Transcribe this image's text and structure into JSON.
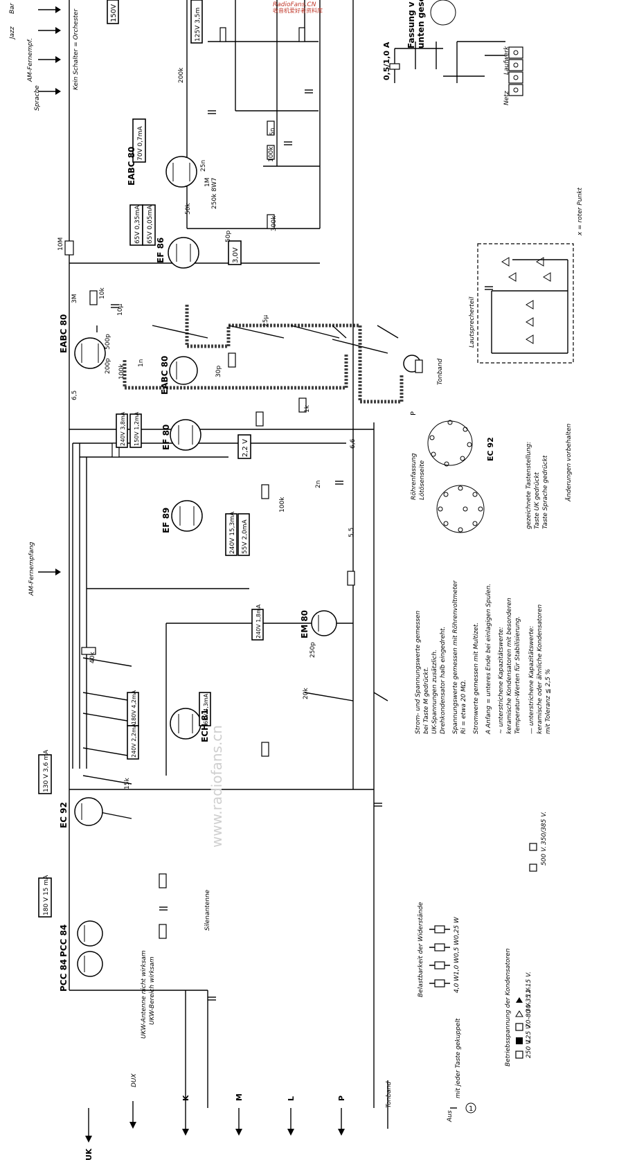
{
  "watermark": {
    "brand": "RadioFans.CN",
    "subtitle": "收音机爱好者资料库",
    "overlay": "www.radiofans.cn"
  },
  "tubes": {
    "eabc80_top": "EABC 80",
    "ef86": "EF 86",
    "eabc80_left": "EABC 80",
    "eabc80_mid": "EABC 80",
    "ef80": "EF 80",
    "ef89": "EF 89",
    "em80": "EM 80",
    "ech81": "ECH 81",
    "ec92": "EC 92",
    "pcc84_a": "PCC 84",
    "pcc84_b": "PCC 84"
  },
  "voltage_boxes": {
    "v150": "150V",
    "v125": "125V 3,5m",
    "v70": "70V 0,7mA",
    "v65a": "65V 0,35mA",
    "v65b": "65V 0,05mA",
    "v3": "3,0V",
    "v240a": "240V 3,8mA",
    "v150b": "150V 1,2mA",
    "v22": "2,2 V",
    "v240b": "240V 15,3mA",
    "v55": "55V 2,0mA",
    "v240c": "240V 1,8mA",
    "v180": "180V 4,2mA",
    "v65c": "65V 4,3mA",
    "v240d": "240V 2,2mA",
    "v130": "130 V 3,6 mA",
    "v180b": "180 V 15 mA"
  },
  "labels": {
    "bar": "Bar",
    "jazz": "Jazz",
    "am_fernempf_top": "AM-Fernempf.",
    "sprache": "Sprache",
    "kein_schalter": "Kein Schalter = Orchester",
    "fassung": "Fassung v",
    "unten": "unten gesel",
    "netz": "Netz",
    "laufwerk": "Laufwerk",
    "fuse": "0,5/1,0 A",
    "roter_punkt": "x = roter Punkt",
    "lautsprecherteil": "Lautsprecherteil",
    "tonband_right": "Tonband",
    "p_label": "P",
    "roehrenfassung_1": "Röhrenfassung",
    "roehrenfassung_2": "Lötösenseite",
    "ec92_socket": "EC 92",
    "am_fernempfang": "AM-Fernempfang",
    "silenantenne": "Silenantenne",
    "ukw_antenne": "UKW-Antenne nicht wirksam",
    "ukw_bereich": "UKW-Bereich wirksam",
    "uk": "UK",
    "dux": "DUX",
    "k": "K",
    "m": "M",
    "l": "L",
    "p_bottom": "P",
    "tonband_bottom": "Tonband",
    "aus": "Aus",
    "aus_note": "mit jeder Taste gekuppelt",
    "circle1": "1"
  },
  "notes": {
    "note1": "Strom- und Spannungswerte gemessen",
    "note2": "bei Taste M gedrückt.",
    "note3": "UK-Spannungen zusätzlich.",
    "note4": "Drehkondensator halb eingedreht.",
    "note5": "Spannungswerte gemessen mit Röhrenvoltmeter",
    "note6": "Ri = etwa 20 MΩ.",
    "note7": "Stromwerte gemessen mit Multizet.",
    "note8": "A Anfang = unteres Ende bei einlagigen Spulen.",
    "note9": "~ unterstrichene Kapazitätswerte:",
    "note10": "keramische Kondensatoren mit besonderen",
    "note11": "Temperatur-Werten für Stabilisierung.",
    "note12": "— unterstrichene Kapazitätswerte:",
    "note13": "keramische oder ähnliche Kondensatoren",
    "note14": "mit Toleranz ≦ 2,5 %",
    "taste1": "gezeichnete Tastenstellung:",
    "taste2": "Taste UK gedrückt",
    "taste3": "Taste Sprache gedrückt",
    "aenderungen": "Änderungen vorbehalten"
  },
  "legend_resistors": {
    "title": "Belastbarkeit der Widerstände",
    "items": [
      "0,25 W",
      "0,5 W",
      "1,0 W",
      "4,0 W"
    ]
  },
  "legend_caps": {
    "title": "Betriebsspannung der Kondensatoren",
    "items": [
      "12-15 V.",
      "30-35 V.",
      "70-80 V.",
      "125 V.",
      "250 V.",
      "350/385 V.",
      "500 V."
    ]
  },
  "component_values": {
    "r10m": "10M",
    "r3m": "3M",
    "r10k": "10k",
    "c10u": "10µ",
    "c500p": "500p",
    "c200p": "200p",
    "r100k_a": "100k",
    "c1n": "1n",
    "r200k": "200k",
    "r100k_b": "100k",
    "c30p": "30p",
    "r1k": "1k",
    "c5n": "5n",
    "c50p": "50p",
    "r50k": "50k",
    "r250k": "250k 8W7",
    "r1m": "1M",
    "c2n": "2n",
    "c25n": "25n",
    "r100k_c": "100k",
    "r300k": "300k",
    "c25u": "25µ",
    "r40k": "40k",
    "c6_5": "6,5",
    "c6_6": "6,6",
    "c5_5": "5,5",
    "r15k": "15k",
    "r20k": "20k",
    "c250p": "250p"
  }
}
